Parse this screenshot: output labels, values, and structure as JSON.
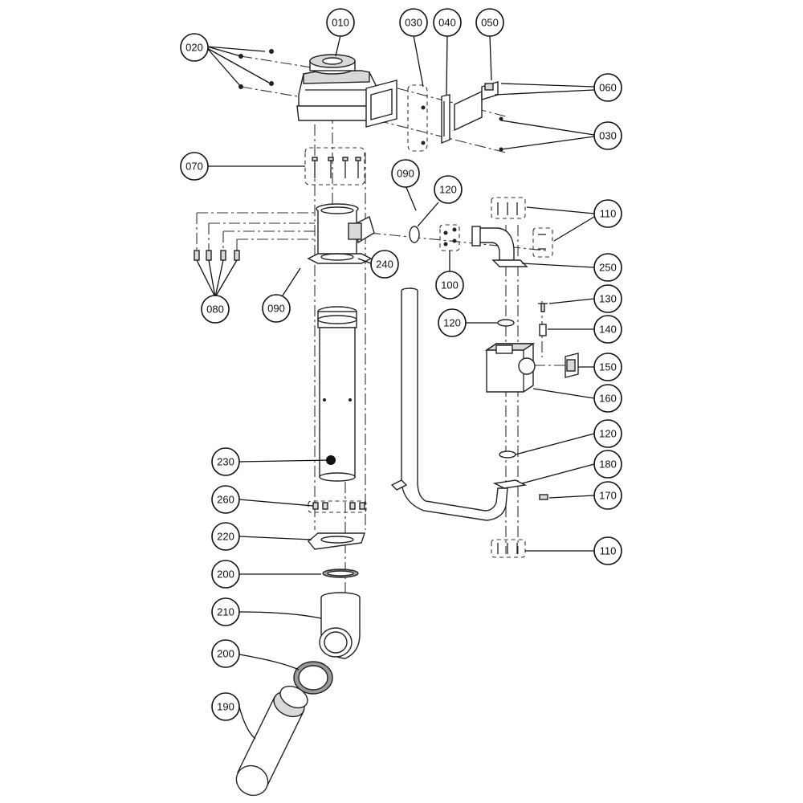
{
  "callouts": [
    {
      "id": "c010",
      "label": "010"
    },
    {
      "id": "c020",
      "label": "020"
    },
    {
      "id": "c030a",
      "label": "030"
    },
    {
      "id": "c040",
      "label": "040"
    },
    {
      "id": "c050",
      "label": "050"
    },
    {
      "id": "c060",
      "label": "060"
    },
    {
      "id": "c030b",
      "label": "030"
    },
    {
      "id": "c070",
      "label": "070"
    },
    {
      "id": "c090a",
      "label": "090"
    },
    {
      "id": "c120a",
      "label": "120"
    },
    {
      "id": "c110a",
      "label": "110"
    },
    {
      "id": "c240",
      "label": "240"
    },
    {
      "id": "c250",
      "label": "250"
    },
    {
      "id": "c100",
      "label": "100"
    },
    {
      "id": "c080",
      "label": "080"
    },
    {
      "id": "c090b",
      "label": "090"
    },
    {
      "id": "c130",
      "label": "130"
    },
    {
      "id": "c120b",
      "label": "120"
    },
    {
      "id": "c140",
      "label": "140"
    },
    {
      "id": "c150",
      "label": "150"
    },
    {
      "id": "c160",
      "label": "160"
    },
    {
      "id": "c230",
      "label": "230"
    },
    {
      "id": "c120c",
      "label": "120"
    },
    {
      "id": "c180",
      "label": "180"
    },
    {
      "id": "c260",
      "label": "260"
    },
    {
      "id": "c170",
      "label": "170"
    },
    {
      "id": "c220",
      "label": "220"
    },
    {
      "id": "c110b",
      "label": "110"
    },
    {
      "id": "c200a",
      "label": "200"
    },
    {
      "id": "c210",
      "label": "210"
    },
    {
      "id": "c200b",
      "label": "200"
    },
    {
      "id": "c190",
      "label": "190"
    }
  ]
}
